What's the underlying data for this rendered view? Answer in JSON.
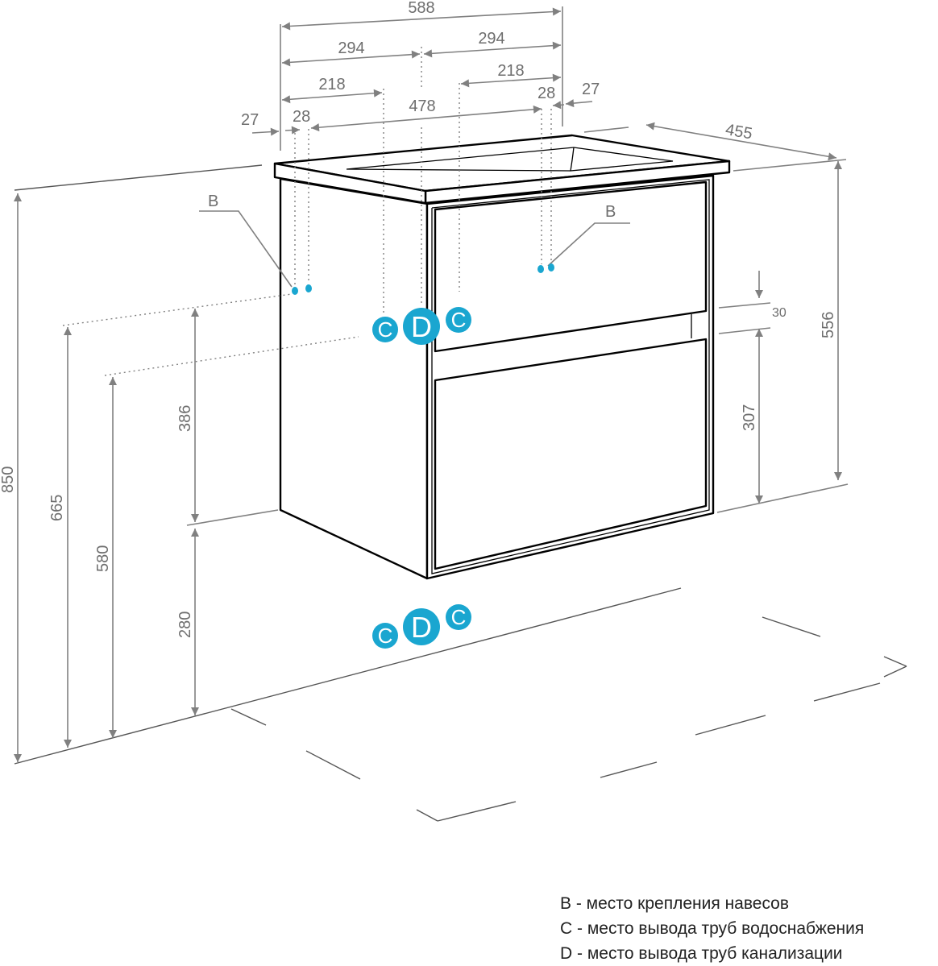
{
  "dimensions": {
    "total_width": "588",
    "half_left": "294",
    "half_right": "294",
    "pipe_left": "218",
    "pipe_right": "218",
    "mount_spacing": "478",
    "edge_left": "27",
    "edge_right": "27",
    "hole_left": "28",
    "hole_right": "28",
    "depth": "455",
    "total_height": "850",
    "mount_height": "665",
    "pipe_height": "580",
    "sewer_offset": "386",
    "floor_gap": "280",
    "cabinet_height": "556",
    "drawer_height": "307",
    "drawer_gap": "30"
  },
  "markers": {
    "b_left": "B",
    "b_right": "B",
    "c": "C",
    "d": "D"
  },
  "colors": {
    "marker": "#1aa6d0",
    "dimension": "#808080"
  },
  "legend": [
    "B - место крепления навесов",
    "C - место вывода труб водоснабжения",
    "D - место вывода труб канализации"
  ]
}
